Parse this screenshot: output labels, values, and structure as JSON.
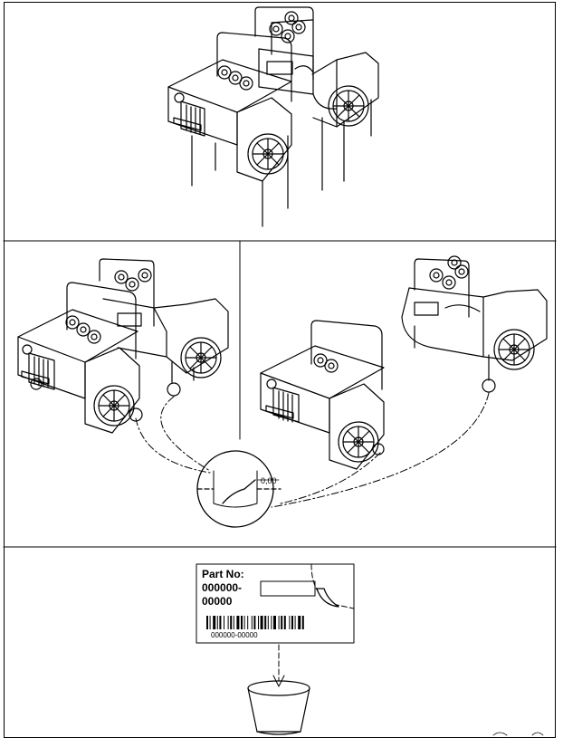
{
  "dimension_label": "0,00",
  "label": {
    "heading": "Part No:",
    "number_line1": "000000-",
    "number_line2": "00000",
    "barcode_text": "000000-00000"
  }
}
